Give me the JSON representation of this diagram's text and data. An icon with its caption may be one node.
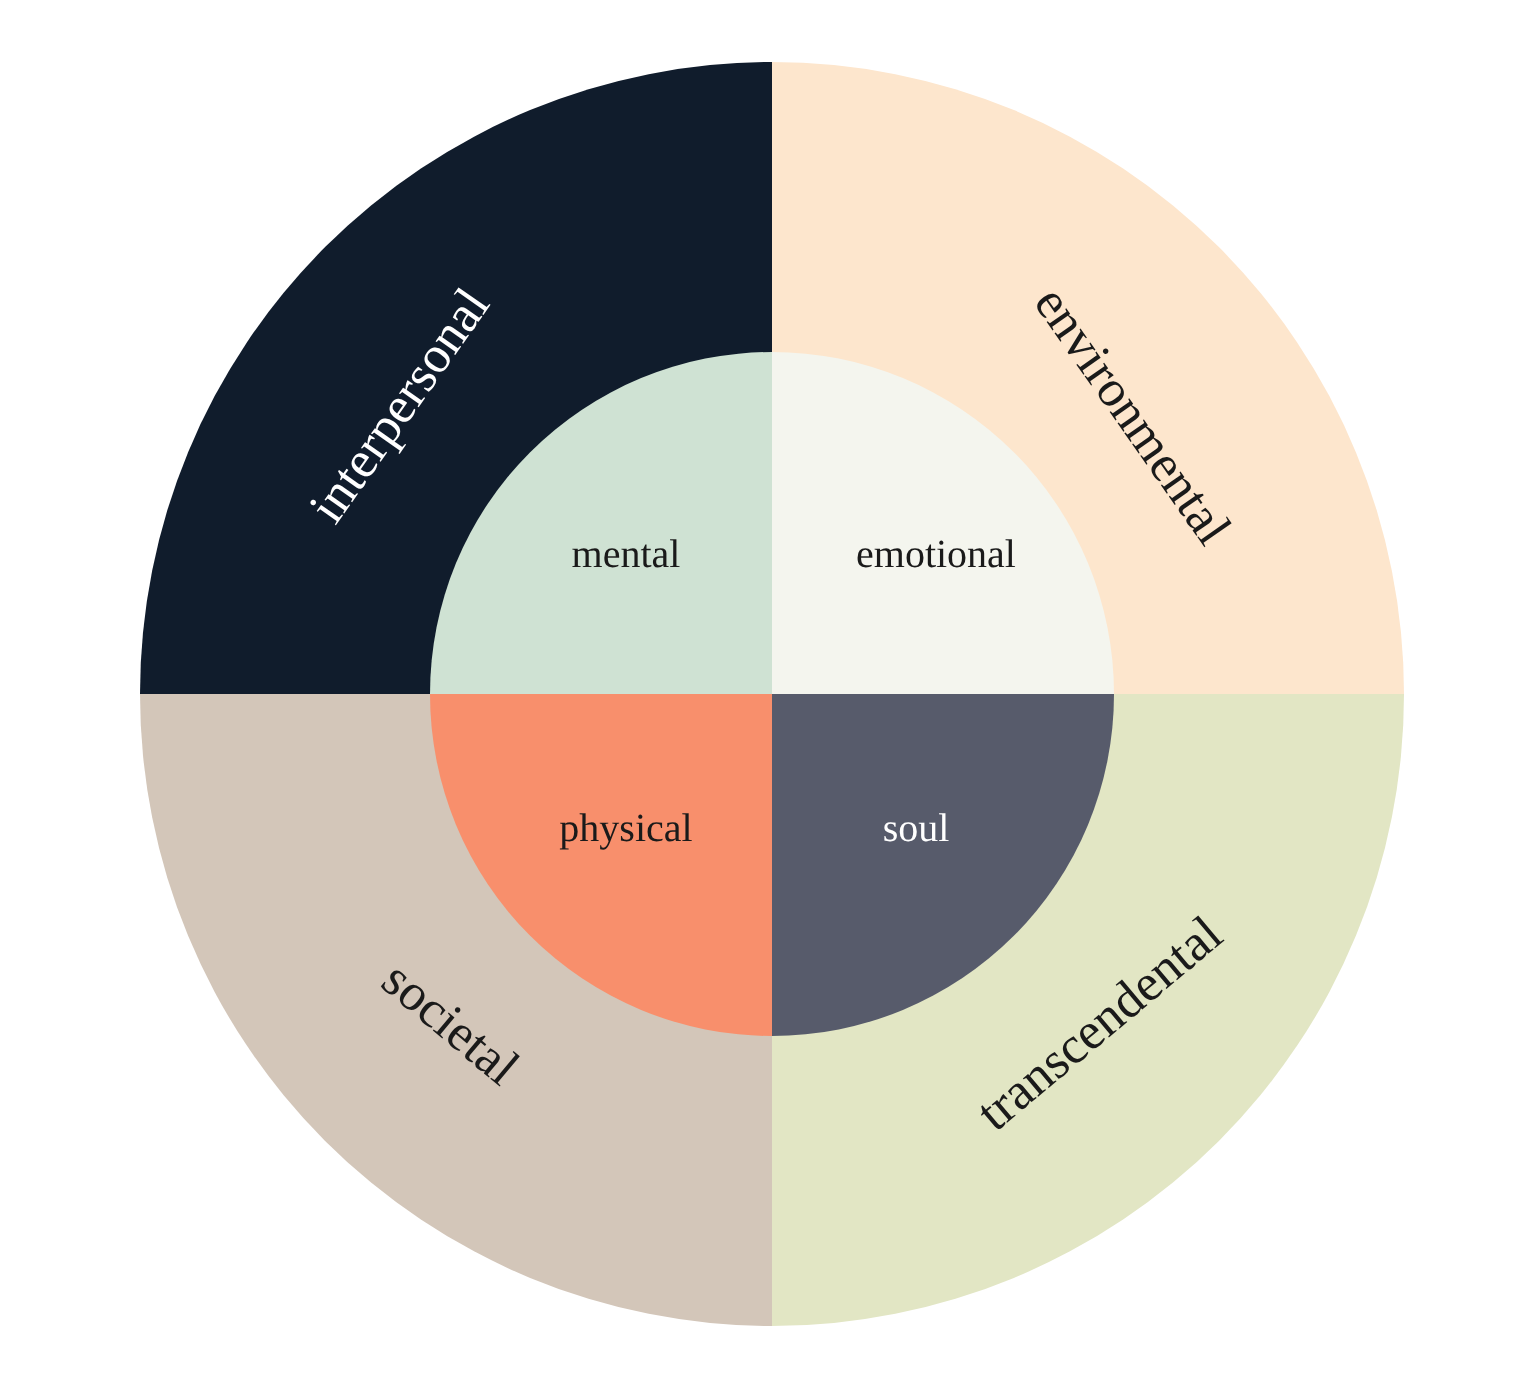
{
  "diagram": {
    "nodes": [
      {
        "text": [
          "interpersonal"
        ]
      },
      {
        "text": [
          "environmental"
        ]
      },
      {
        "text": [
          "mental"
        ],
        "in": 0
      },
      {
        "text": [
          "emotional"
        ],
        "in": 1
      },
      {
        "text": [
          "physical"
        ],
        "in": 6
      },
      {
        "text": [
          "soul"
        ],
        "in": 7
      },
      {
        "text": [
          "societal"
        ]
      },
      {
        "text": [
          "transcendental"
        ]
      }
    ]
  }
}
